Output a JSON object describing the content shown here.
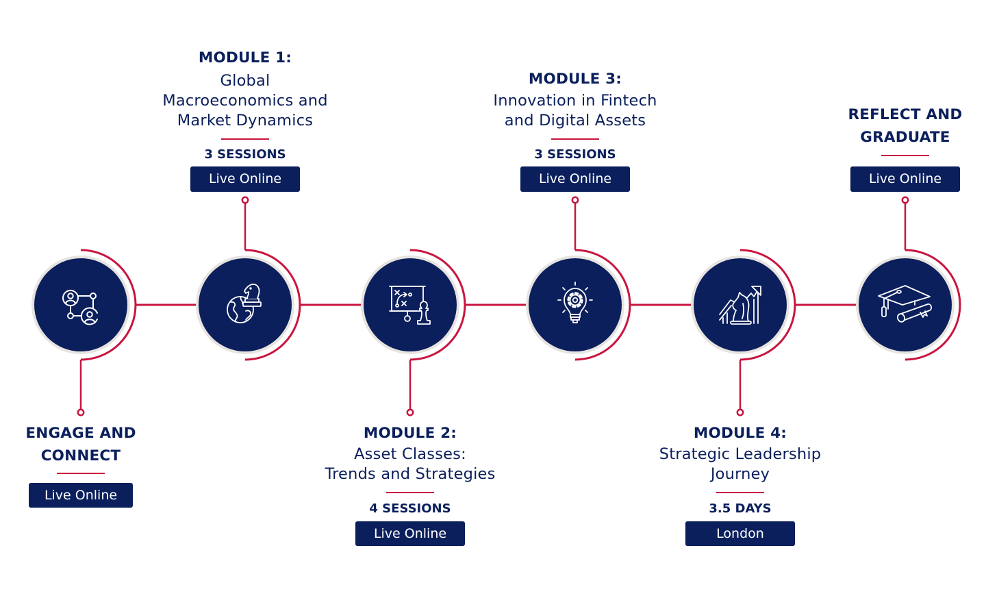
{
  "colors": {
    "navy": "#0B1F5C",
    "accent_red": "#C8153F",
    "ring_gray": "#E7E4E0",
    "background": "#FFFFFF"
  },
  "stages": [
    {
      "heading_lines": [
        "ENGAGE AND",
        "CONNECT"
      ],
      "badge": "Live Online",
      "icon": "network-people-icon"
    },
    {
      "heading_lines": [
        "MODULE 1:"
      ],
      "title_lines": [
        "Global",
        "Macroeconomics and",
        "Market Dynamics"
      ],
      "duration": "3 SESSIONS",
      "badge": "Live Online",
      "icon": "globe-chess-knight-icon"
    },
    {
      "heading_lines": [
        "MODULE 2:"
      ],
      "title_lines": [
        "Asset Classes:",
        "Trends and Strategies"
      ],
      "duration": "4 SESSIONS",
      "badge": "Live Online",
      "icon": "strategy-board-pawn-icon"
    },
    {
      "heading_lines": [
        "MODULE 3:"
      ],
      "title_lines": [
        "Innovation in Fintech",
        "and Digital Assets"
      ],
      "duration": "3 SESSIONS",
      "badge": "Live Online",
      "icon": "lightbulb-gear-icon"
    },
    {
      "heading_lines": [
        "MODULE 4:"
      ],
      "title_lines": [
        "Strategic Leadership",
        "Journey"
      ],
      "duration": "3.5 DAYS",
      "badge": "London",
      "icon": "growth-chart-knight-icon"
    },
    {
      "heading_lines": [
        "REFLECT AND",
        "GRADUATE"
      ],
      "badge": "Live Online",
      "icon": "graduation-cap-diploma-icon"
    }
  ]
}
